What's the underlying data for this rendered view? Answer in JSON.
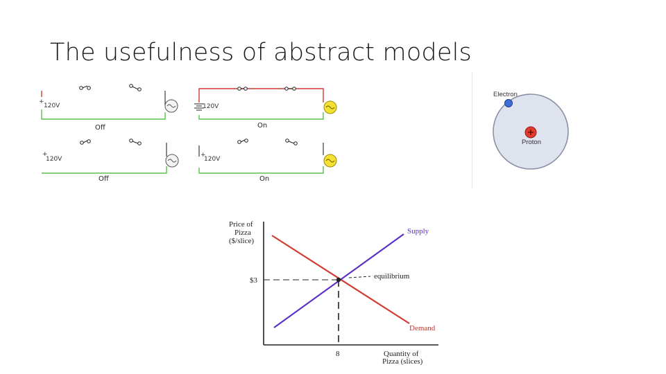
{
  "slide": {
    "title": "The usefulness of abstract models"
  },
  "circuits": {
    "panels": [
      {
        "battery_label": "120V",
        "state": "Off"
      },
      {
        "battery_label": "120V",
        "state": "On"
      },
      {
        "battery_label": "120V",
        "state": "Off"
      },
      {
        "battery_label": "120V",
        "state": "On"
      }
    ],
    "wire_colors": {
      "hot": "#d23a32",
      "neutral": "#5bbf4f",
      "idle": "#3a3a3a"
    }
  },
  "atom": {
    "electron_label": "Electron",
    "proton_label": "Proton",
    "colors": {
      "orbit": "#c8ccd6",
      "electron": "#3e6fd6",
      "proton": "#e23b2e"
    }
  },
  "supply_demand": {
    "yaxis_label": [
      "Price of",
      "Pizza",
      "($/slice)"
    ],
    "xaxis_label": [
      "Quantity of",
      "Pizza (slices)"
    ],
    "price_tick": "$3",
    "quantity_tick": "8",
    "supply_label": "Supply",
    "demand_label": "Demand",
    "equilibrium_label": "equilibrium",
    "colors": {
      "supply": "#5b2fc8",
      "demand": "#d23a32",
      "supply_text": "#5b2fc8",
      "demand_text": "#c2352d"
    }
  }
}
